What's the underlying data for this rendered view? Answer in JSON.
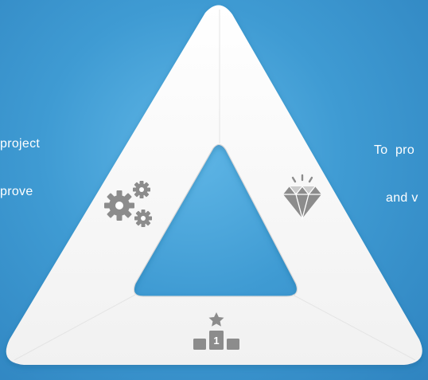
{
  "left_caption": {
    "lines": [
      "project",
      "prove"
    ]
  },
  "right_caption": {
    "lines": [
      "To  pro",
      "and v"
    ]
  },
  "icons": {
    "left_segment": "gears-icon",
    "right_segment": "diamond-icon",
    "bottom_segment": "podium-icon"
  },
  "podium_rank_label": "1",
  "colors": {
    "background": "#3f9bd3",
    "triangle": "#ffffff",
    "icon": "#8c8c8c",
    "inner_hole": "#3f9bd3"
  }
}
